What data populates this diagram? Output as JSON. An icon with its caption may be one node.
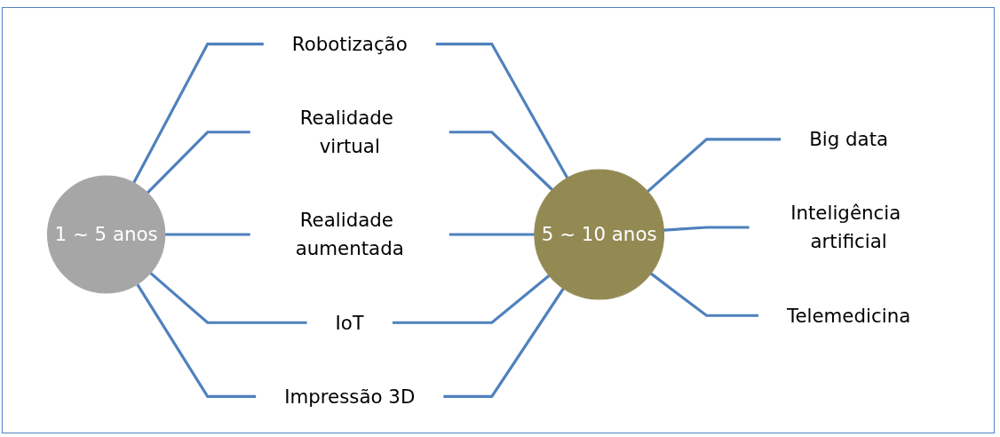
{
  "diagram": {
    "nodes": [
      {
        "text": [
          "1 ~ 5 anos"
        ]
      },
      {
        "text": [
          "Robotização"
        ]
      },
      {
        "text": [
          "Realidade virtual"
        ]
      },
      {
        "text": [
          "Realidade aumentada"
        ]
      },
      {
        "text": [
          "IoT"
        ]
      },
      {
        "text": [
          "Impressão 3D"
        ]
      },
      {
        "text": [
          "5 ~ 10 anos"
        ]
      },
      {
        "text": [
          "Big data"
        ]
      },
      {
        "text": [
          "Inteligência artificial"
        ]
      },
      {
        "text": [
          "Telemedicina"
        ]
      }
    ],
    "edges": [
      {
        "from": 0,
        "to": 1,
        "arrow": "none"
      },
      {
        "from": 0,
        "to": 2,
        "arrow": "none"
      },
      {
        "from": 0,
        "to": 3,
        "arrow": "none"
      },
      {
        "from": 0,
        "to": 4,
        "arrow": "none"
      },
      {
        "from": 0,
        "to": 5,
        "arrow": "none"
      },
      {
        "from": 1,
        "to": 6,
        "arrow": "none"
      },
      {
        "from": 2,
        "to": 6,
        "arrow": "none"
      },
      {
        "from": 3,
        "to": 6,
        "arrow": "none"
      },
      {
        "from": 4,
        "to": 6,
        "arrow": "none"
      },
      {
        "from": 5,
        "to": 6,
        "arrow": "none"
      },
      {
        "from": 6,
        "to": 7,
        "arrow": "none"
      },
      {
        "from": 6,
        "to": 8,
        "arrow": "none"
      },
      {
        "from": 6,
        "to": 9,
        "arrow": "none"
      }
    ]
  }
}
